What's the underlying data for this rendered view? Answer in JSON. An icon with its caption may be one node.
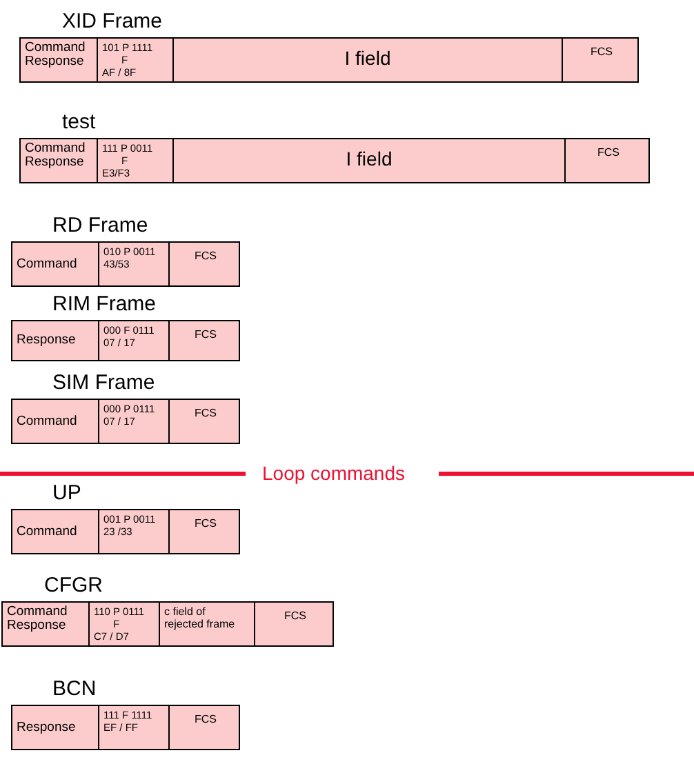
{
  "diagram": {
    "nodes": [
      {
        "text": [
          "XID Frame"
        ]
      },
      {
        "text": [
          "Command Response"
        ],
        "in": 0
      },
      {
        "text": [
          "101 P 1111",
          "F",
          "AF / 8F"
        ],
        "in": 0
      },
      {
        "text": [
          "I field"
        ],
        "in": 0
      },
      {
        "text": [
          "FCS"
        ],
        "in": 0
      },
      {
        "text": [
          "test"
        ]
      },
      {
        "text": [
          "Command Response"
        ],
        "in": 5
      },
      {
        "text": [
          "111 P 0011",
          "F",
          "E3/F3"
        ],
        "in": 5
      },
      {
        "text": [
          "I field"
        ],
        "in": 5
      },
      {
        "text": [
          "FCS"
        ],
        "in": 5
      },
      {
        "text": [
          "RD Frame"
        ]
      },
      {
        "text": [
          "Command"
        ],
        "in": 10
      },
      {
        "text": [
          "010 P 0011",
          "43/53"
        ],
        "in": 10
      },
      {
        "text": [
          "FCS"
        ],
        "in": 10
      },
      {
        "text": [
          "RIM Frame"
        ]
      },
      {
        "text": [
          "Response"
        ],
        "in": 14
      },
      {
        "text": [
          "000 F 0111",
          "07 / 17"
        ],
        "in": 14
      },
      {
        "text": [
          "FCS"
        ],
        "in": 14
      },
      {
        "text": [
          "SIM Frame"
        ]
      },
      {
        "text": [
          "Command"
        ],
        "in": 18
      },
      {
        "text": [
          "000 P 0111",
          "07 / 17"
        ],
        "in": 18
      },
      {
        "text": [
          "FCS"
        ],
        "in": 18
      },
      {
        "text": [
          "UP"
        ]
      },
      {
        "text": [
          "Command"
        ],
        "in": 22
      },
      {
        "text": [
          "001 P 0011",
          "23 /33"
        ],
        "in": 22
      },
      {
        "text": [
          "FCS"
        ],
        "in": 22
      },
      {
        "text": [
          "CFGR"
        ]
      },
      {
        "text": [
          "Command Response"
        ],
        "in": 26
      },
      {
        "text": [
          "110 P 0111",
          "F",
          "C7 / D7"
        ],
        "in": 26
      },
      {
        "text": [
          "c field of rejected frame"
        ],
        "in": 26
      },
      {
        "text": [
          "FCS"
        ],
        "in": 26
      },
      {
        "text": [
          "BCN"
        ]
      },
      {
        "text": [
          "Response"
        ],
        "in": 31
      },
      {
        "text": [
          "111 F 1111",
          "EF / FF"
        ],
        "in": 31
      },
      {
        "text": [
          "FCS"
        ],
        "in": 31
      }
    ],
    "labels": [
      "Loop commands"
    ]
  }
}
